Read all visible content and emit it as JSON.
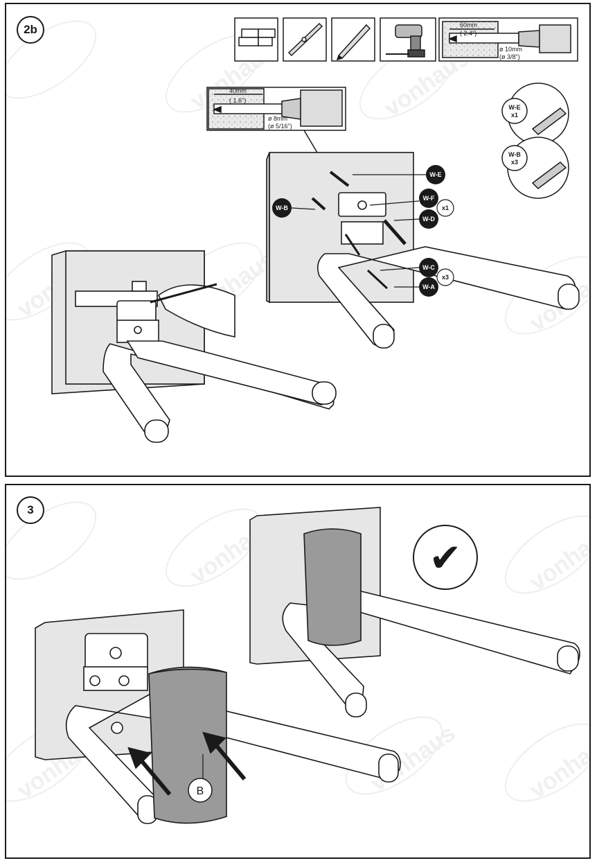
{
  "step_2b": {
    "number": "2b",
    "drill_top": {
      "depth_mm": "60mm",
      "depth_in": "( 2.4\")",
      "dia_mm": "ø 10mm",
      "dia_in": "(ø 3/8\")"
    },
    "drill_left": {
      "depth_mm": "40mm",
      "depth_in": "( 1.6\")",
      "dia_mm": "ø 8mm",
      "dia_in": "(ø 5/16\")"
    },
    "parts": {
      "we": {
        "label": "W-E",
        "qty": "x1"
      },
      "wb": {
        "label": "W-B",
        "qty": "x3"
      }
    },
    "callouts": {
      "we": "W-E",
      "wf": "W-F",
      "wd": "W-D",
      "wb": "W-B",
      "wc": "W-C",
      "wa": "W-A",
      "x1": "x1",
      "x3": "x3"
    },
    "tool_icons": [
      "bricks-icon",
      "spirit-level-icon",
      "pencil-icon",
      "drill-icon",
      "drill-depth-icon"
    ]
  },
  "step_3": {
    "number": "3",
    "cover_label": "B",
    "check": "✔"
  },
  "watermark": "vonhaus",
  "colors": {
    "outline": "#1a1a1a",
    "wall": "#e6e6e6",
    "cover": "#9a9a9a",
    "dot": "#1a1a1a"
  }
}
